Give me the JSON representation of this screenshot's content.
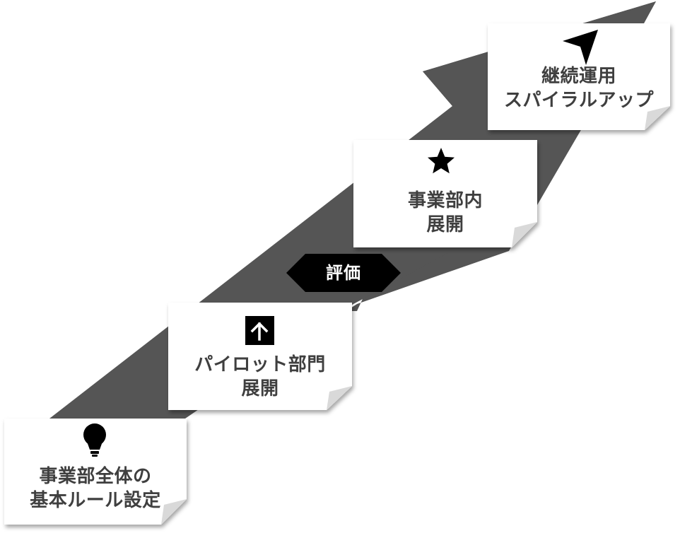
{
  "steps": [
    {
      "line1": "事業部全体の",
      "line2": "基本ルール設定",
      "icon": "lightbulb-icon"
    },
    {
      "line1": "パイロット部門",
      "line2": "展開",
      "icon": "up-arrow-icon"
    },
    {
      "line1": "事業部内",
      "line2": "展開",
      "icon": "star-icon"
    },
    {
      "line1": "継続運用",
      "line2": "スパイラルアップ",
      "icon": "cursor-arrow-icon"
    }
  ],
  "evaluation": {
    "label": "評価"
  },
  "colors": {
    "band": "#555555",
    "card": "#ffffff",
    "curl": "#d9d9d9",
    "text": "#3f3f3f",
    "icon": "#000000",
    "badge": "#000000"
  }
}
